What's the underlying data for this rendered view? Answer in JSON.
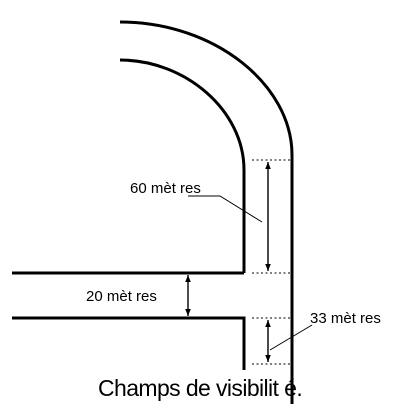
{
  "labels": {
    "sixty": "60 mèt res",
    "twenty": "20 mèt res",
    "thirtythree": "33 mèt res"
  },
  "caption": "Champs de visibilit é."
}
